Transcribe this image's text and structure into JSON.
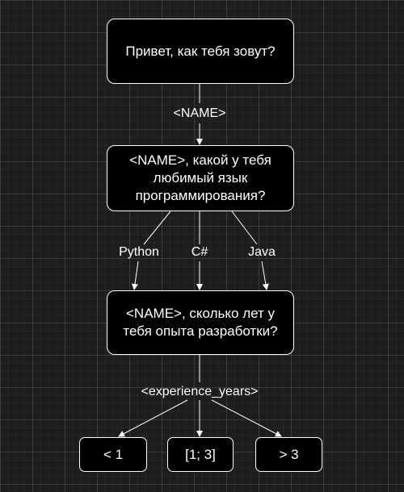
{
  "nodes": {
    "greeting": "Привет, как тебя зовут?",
    "language_question": "<NAME>, какой у тебя любимый язык программирования?",
    "experience_question": "<NAME>, сколько лет у тебя опыта разработки?",
    "less_than_one": "< 1",
    "one_to_three": "[1; 3]",
    "more_than_three": "> 3"
  },
  "edge_labels": {
    "name": "<NAME>",
    "python": "Python",
    "csharp": "C#",
    "java": "Java",
    "experience_years": "<experience_years>"
  },
  "colors": {
    "background": "#1d1d1d",
    "node_fill": "#000000",
    "stroke": "#ffffff",
    "text": "#ffffff"
  }
}
